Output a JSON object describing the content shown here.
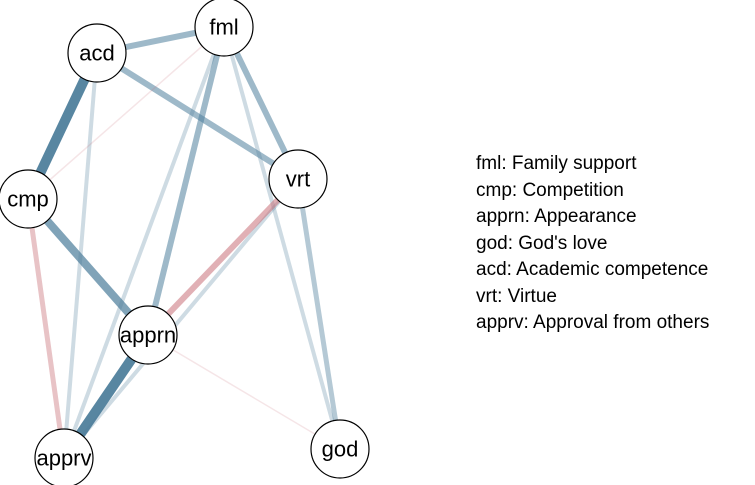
{
  "nodes": [
    {
      "id": "fml",
      "label": "fml"
    },
    {
      "id": "acd",
      "label": "acd"
    },
    {
      "id": "vrt",
      "label": "vrt"
    },
    {
      "id": "cmp",
      "label": "cmp"
    },
    {
      "id": "apprn",
      "label": "apprn"
    },
    {
      "id": "god",
      "label": "god"
    },
    {
      "id": "apprv",
      "label": "apprv"
    }
  ],
  "edges": [
    {
      "from": "acd",
      "to": "cmp",
      "sign": "positive",
      "strength": "strong"
    },
    {
      "from": "apprn",
      "to": "apprv",
      "sign": "positive",
      "strength": "strong"
    },
    {
      "from": "cmp",
      "to": "apprn",
      "sign": "positive",
      "strength": "medium-strong"
    },
    {
      "from": "acd",
      "to": "fml",
      "sign": "positive",
      "strength": "medium"
    },
    {
      "from": "fml",
      "to": "vrt",
      "sign": "positive",
      "strength": "medium"
    },
    {
      "from": "acd",
      "to": "vrt",
      "sign": "positive",
      "strength": "medium"
    },
    {
      "from": "fml",
      "to": "apprn",
      "sign": "positive",
      "strength": "medium"
    },
    {
      "from": "vrt",
      "to": "god",
      "sign": "positive",
      "strength": "weak-medium"
    },
    {
      "from": "fml",
      "to": "god",
      "sign": "positive",
      "strength": "weak"
    },
    {
      "from": "acd",
      "to": "apprv",
      "sign": "positive",
      "strength": "weak"
    },
    {
      "from": "fml",
      "to": "apprv",
      "sign": "positive",
      "strength": "weak"
    },
    {
      "from": "vrt",
      "to": "apprv",
      "sign": "positive",
      "strength": "weak"
    },
    {
      "from": "fml",
      "to": "cmp",
      "sign": "negative",
      "strength": "very-weak"
    },
    {
      "from": "apprn",
      "to": "god",
      "sign": "negative",
      "strength": "very-weak"
    },
    {
      "from": "vrt",
      "to": "apprn",
      "sign": "negative",
      "strength": "medium"
    },
    {
      "from": "cmp",
      "to": "apprv",
      "sign": "negative",
      "strength": "weak-medium"
    }
  ],
  "colors": {
    "positive": "#4f7f9c",
    "negative": "#c87078",
    "node_fill": "#ffffff",
    "node_stroke": "#000000"
  },
  "legend": [
    "fml: Family support",
    "cmp: Competition",
    "apprn: Appearance",
    "god: God's love",
    "acd: Academic competence",
    "vrt: Virtue",
    "apprv: Approval from others"
  ]
}
